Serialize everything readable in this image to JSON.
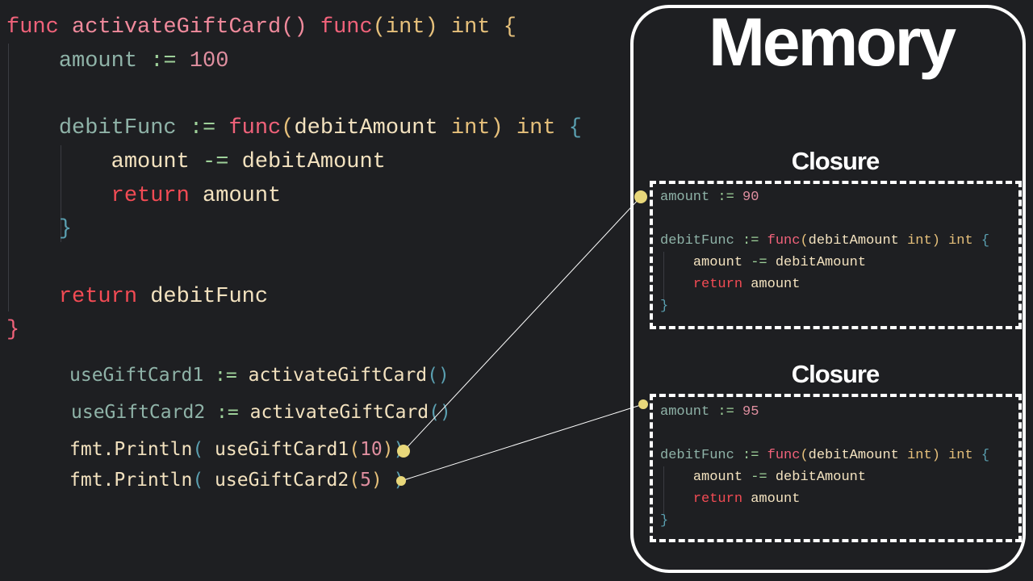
{
  "main_code": {
    "func_kw": "func",
    "func_name": "activateGiftCard",
    "func_parens": "()",
    "ret_func_kw": "func",
    "ret_param_open": "(",
    "ret_param_type": "int",
    "ret_param_close": ")",
    "ret_type": "int",
    "open_brace": "{",
    "amount_var": "amount",
    "assign_op": ":=",
    "amount_value": "100",
    "debit_var": "debitFunc",
    "inner_func_kw": "func",
    "inner_open": "(",
    "inner_param": "debitAmount",
    "inner_param_type": "int",
    "inner_close": ")",
    "inner_ret_type": "int",
    "inner_open_brace": "{",
    "sub_line_left": "amount",
    "sub_op": "-=",
    "sub_line_right": "debitAmount",
    "inner_return_kw": "return",
    "inner_return_val": "amount",
    "inner_close_brace": "}",
    "outer_return_kw": "return",
    "outer_return_val": "debitFunc",
    "close_brace": "}"
  },
  "calls": {
    "line1_var": "useGiftCard1",
    "line1_op": ":=",
    "line1_call": "activateGiftCard",
    "line1_parens": "()",
    "line2_var": "useGiftCard2",
    "line2_op": ":=",
    "line2_call": "activateGiftCard",
    "line2_parens": "()",
    "line3_pkg": "fmt.Println",
    "line3_open": "(",
    "line3_fn": "useGiftCard1",
    "line3_arg_open": "(",
    "line3_arg": "10",
    "line3_arg_close": ")",
    "line3_close": ")",
    "line4_pkg": "fmt.Println",
    "line4_open": "(",
    "line4_fn": "useGiftCard2",
    "line4_arg_open": "(",
    "line4_arg": "5",
    "line4_arg_close": ")",
    "line4_close": ")"
  },
  "memory": {
    "title": "Memory",
    "closures": [
      {
        "title": "Closure",
        "amount_var": "amount",
        "assign_op": ":=",
        "amount_value": "90",
        "debit_var": "debitFunc",
        "func_kw": "func",
        "open": "(",
        "param": "debitAmount",
        "param_type": "int",
        "close": ")",
        "ret_type": "int",
        "open_brace": "{",
        "sub_left": "amount",
        "sub_op": "-=",
        "sub_right": "debitAmount",
        "return_kw": "return",
        "return_val": "amount",
        "close_brace": "}"
      },
      {
        "title": "Closure",
        "amount_var": "amount",
        "assign_op": ":=",
        "amount_value": "95",
        "debit_var": "debitFunc",
        "func_kw": "func",
        "open": "(",
        "param": "debitAmount",
        "param_type": "int",
        "close": ")",
        "ret_type": "int",
        "open_brace": "{",
        "sub_left": "amount",
        "sub_op": "-=",
        "sub_right": "debitAmount",
        "return_kw": "return",
        "return_val": "amount",
        "close_brace": "}"
      }
    ]
  },
  "colors": {
    "background": "#1e1f22",
    "keyword": "#f0627a",
    "return_keyword": "#f24b54",
    "type": "#e6c07b",
    "identifier": "#8fb3a8",
    "operator": "#9fd19a",
    "number": "#e08fa0",
    "text": "#f3e2bf",
    "brace": "#5a9fb0",
    "pointer_dot": "#e8d77a"
  }
}
